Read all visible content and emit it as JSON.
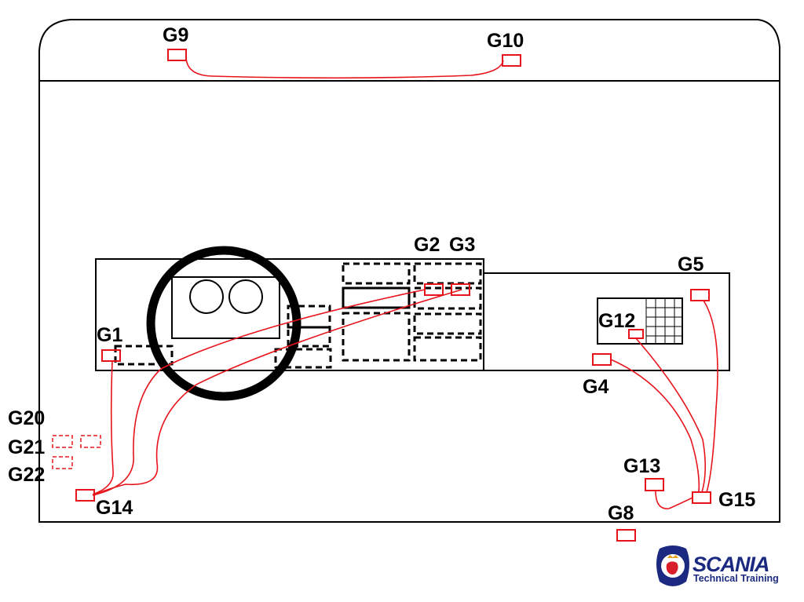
{
  "diagram": {
    "title": "Cab ground point locations",
    "colors": {
      "outline": "#000000",
      "ground_point": "#e8141c",
      "wire": "#e8141c",
      "brand": "#1b2a80"
    },
    "ground_points": [
      {
        "id": "G1",
        "label": "G1",
        "style": "solid"
      },
      {
        "id": "G2",
        "label": "G2",
        "style": "solid"
      },
      {
        "id": "G3",
        "label": "G3",
        "style": "solid"
      },
      {
        "id": "G4",
        "label": "G4",
        "style": "solid"
      },
      {
        "id": "G5",
        "label": "G5",
        "style": "solid"
      },
      {
        "id": "G8",
        "label": "G8",
        "style": "solid"
      },
      {
        "id": "G9",
        "label": "G9",
        "style": "solid"
      },
      {
        "id": "G10",
        "label": "G10",
        "style": "solid"
      },
      {
        "id": "G12",
        "label": "G12",
        "style": "solid"
      },
      {
        "id": "G13",
        "label": "G13",
        "style": "solid"
      },
      {
        "id": "G14",
        "label": "G14",
        "style": "solid"
      },
      {
        "id": "G15",
        "label": "G15",
        "style": "solid"
      },
      {
        "id": "G20",
        "label": "G20",
        "style": "dashed"
      },
      {
        "id": "G21",
        "label": "G21",
        "style": "dashed"
      },
      {
        "id": "G22",
        "label": "G22",
        "style": "dashed"
      }
    ],
    "connections": [
      {
        "from": "G9",
        "to": "G10"
      },
      {
        "from": "G1",
        "to": "G14"
      },
      {
        "from": "G2",
        "to": "G14"
      },
      {
        "from": "G3",
        "to": "G14"
      },
      {
        "from": "G4",
        "to": "G15"
      },
      {
        "from": "G12",
        "to": "G15"
      },
      {
        "from": "G5",
        "to": "G15"
      },
      {
        "from": "G13",
        "to": "G15"
      }
    ]
  },
  "logo": {
    "brand": "SCANIA",
    "subtitle": "Technical Training"
  }
}
